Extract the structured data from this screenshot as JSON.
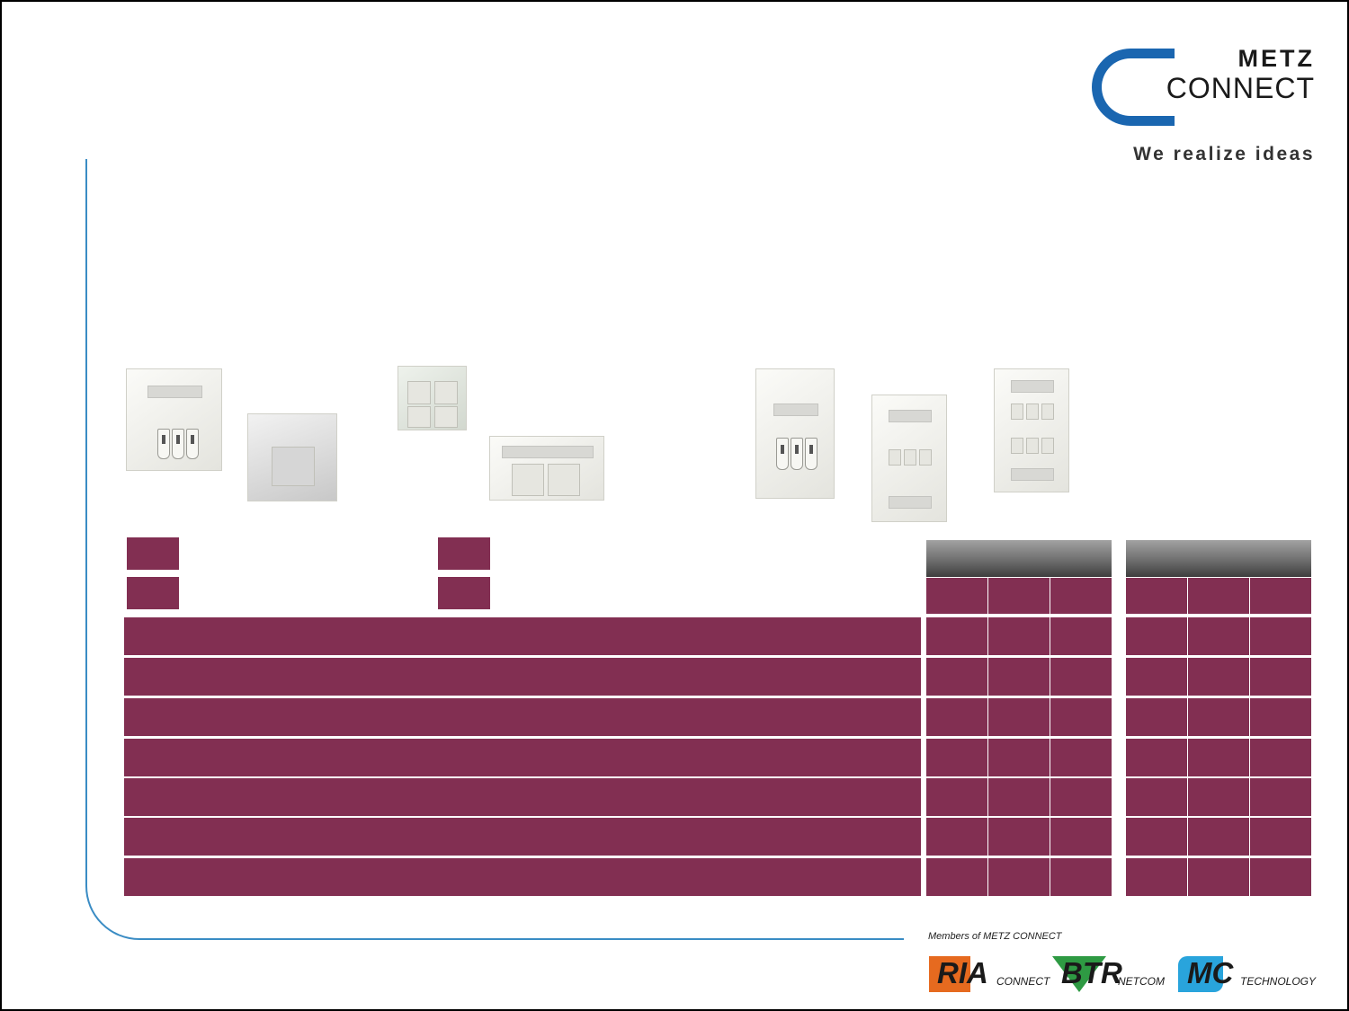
{
  "logo": {
    "line1": "METZ",
    "line2": "CONNECT",
    "tagline": "We realize ideas",
    "brand_color": "#1a66b0"
  },
  "footer": {
    "members_label": "Members of METZ CONNECT",
    "brands": [
      {
        "name": "RIA",
        "suffix": "CONNECT",
        "color": "#e66a1f"
      },
      {
        "name": "BTR",
        "suffix": "NETCOM",
        "color": "#2e9a43"
      },
      {
        "name": "MC",
        "suffix": "TECHNOLOGY",
        "color": "#29a4dc"
      }
    ]
  },
  "colors": {
    "table_cell": "#822f52",
    "header_gradient_top": "#a2a2a2",
    "header_gradient_bottom": "#3e3e3e",
    "frame_line": "#3a8cc4"
  }
}
